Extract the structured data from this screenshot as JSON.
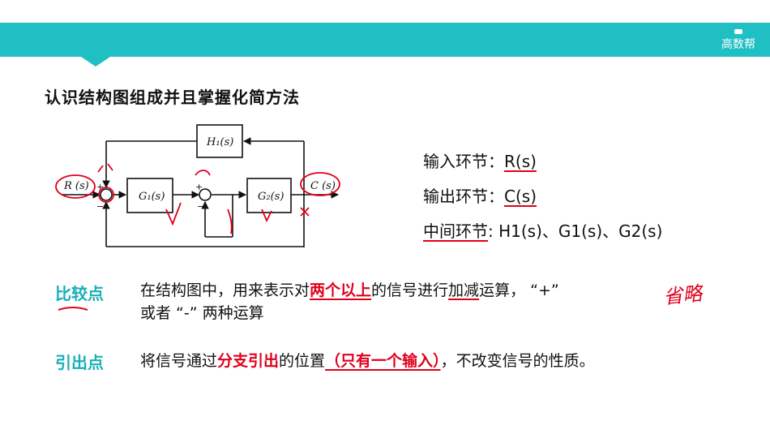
{
  "header": {
    "brand": "高数帮"
  },
  "slide": {
    "title": "认识结构图组成并且掌握化简方法",
    "diagram": {
      "input_label": "R (s)",
      "output_label": "C (s)",
      "blocks": [
        "G₁(s)",
        "G₂(s)",
        "H₁(s)"
      ],
      "signs": [
        "+",
        "−",
        "−",
        "+"
      ]
    },
    "links": {
      "input": {
        "label": "输入环节：",
        "value": "R(s)"
      },
      "output": {
        "label": "输出环节：",
        "value": "C(s)"
      },
      "middle": {
        "label": "中间环节",
        "value": ": H1(s)、G1(s)、G2(s)"
      }
    },
    "comparison": {
      "term": "比较点",
      "line1_a": "在结构图中，用来表示对",
      "line1_b": "两个以上",
      "line1_c": "的信号进行",
      "line1_d": "加减",
      "line1_e": "运算，  “+”",
      "line2": "或者 “-” 两种运算",
      "handwritten": "省略"
    },
    "pickoff": {
      "term": "引出点",
      "a": "将信号通过",
      "b": "分支引出",
      "c": "的位置",
      "d": "（只有一个输入）",
      "e": "，不改变信号的性质。"
    }
  }
}
